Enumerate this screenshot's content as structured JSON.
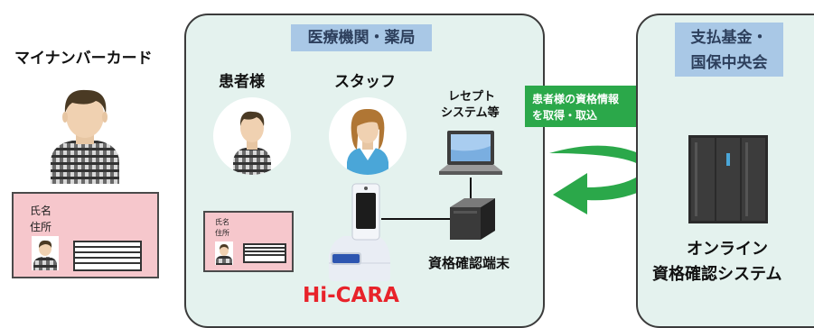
{
  "mynumber": {
    "title": "マイナンバーカード",
    "card_name_label": "氏名",
    "card_address_label": "住所"
  },
  "facility": {
    "header": "医療機関・薬局",
    "patient_label": "患者様",
    "staff_label": "スタッフ",
    "receipt_label_line1": "レセプト",
    "receipt_label_line2": "システム等",
    "terminal_label": "資格確認端末",
    "small_card_name_label": "氏名",
    "small_card_address_label": "住所",
    "device_name": "Hi-CARA",
    "device_name_color": "#e8232a"
  },
  "flow": {
    "line1": "患者様の資格情報",
    "line2": "を取得・取込",
    "color": "#2ba84a"
  },
  "fund": {
    "header_line1": "支払基金・",
    "header_line2": "国保中央会",
    "system_line1": "オンライン",
    "system_line2": "資格確認システム"
  }
}
